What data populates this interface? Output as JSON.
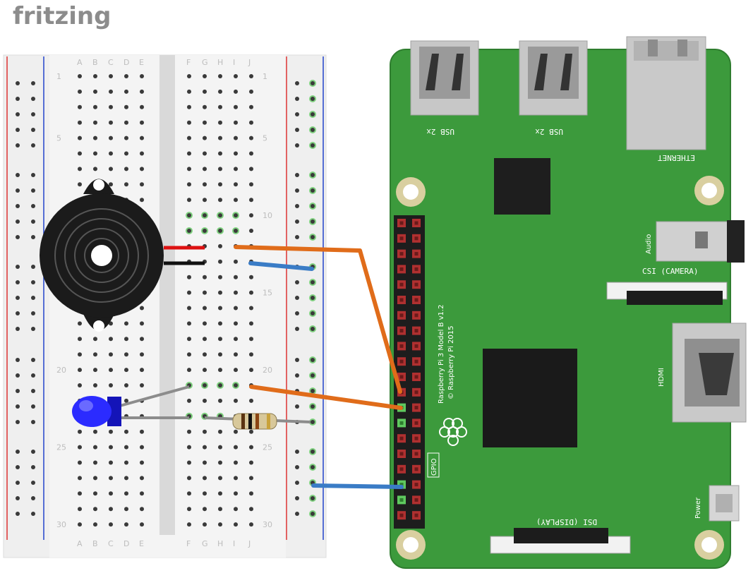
{
  "brand": {
    "logo": "fritzing"
  },
  "breadboard": {
    "columns_left": [
      "A",
      "B",
      "C",
      "D",
      "E"
    ],
    "columns_right": [
      "F",
      "G",
      "H",
      "I",
      "J"
    ],
    "row_numbers": [
      "1",
      "5",
      "10",
      "15",
      "20",
      "25",
      "30"
    ]
  },
  "pi": {
    "usb_label": "USB 2x",
    "ethernet_label": "ETHERNET",
    "audio_label": "Audio",
    "csi_label": "CSI (CAMERA)",
    "hdmi_label": "HDMI",
    "model_label": "Raspberry Pi 3 Model B v1.2",
    "copyright_label": "© Raspberry Pi 2015",
    "gpio_label": "GPIO",
    "dsi_label": "DSI (DISPLAY)",
    "power_label": "Power"
  },
  "colors": {
    "board_green": "#3c9a3c",
    "board_edge": "#2f7d2f",
    "wire_orange": "#e06c1a",
    "wire_blue": "#3a7cc6",
    "wire_grey": "#8c8c8c",
    "led_blue": "#2b2bff",
    "rail_red": "#d33",
    "rail_blue": "#2244cc"
  }
}
